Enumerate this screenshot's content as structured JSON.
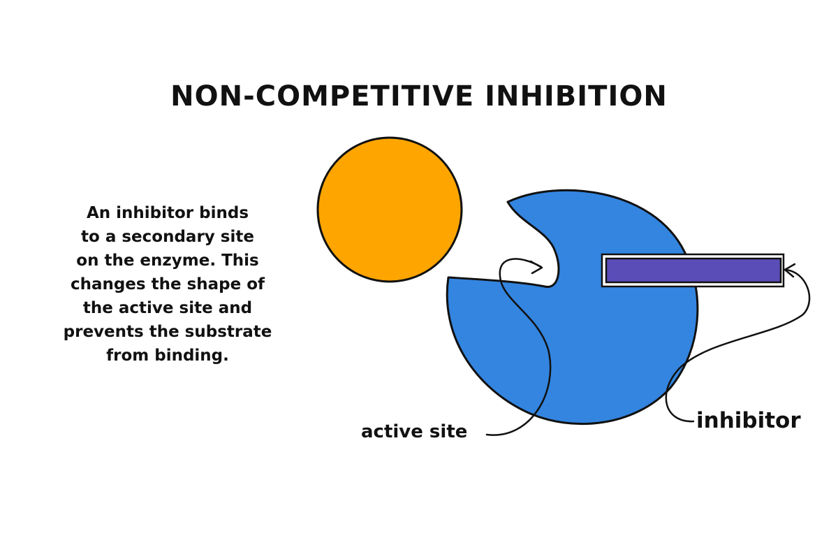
{
  "title": "NON-COMPETITIVE INHIBITION",
  "description": {
    "lines": [
      "An inhibitor binds",
      "to a secondary site",
      "on the enzyme. This",
      "changes the shape of",
      "the active site and",
      "prevents the substrate",
      "from binding."
    ]
  },
  "labels": {
    "active_site": "active site",
    "inhibitor": "inhibitor"
  },
  "colors": {
    "substrate": "#FFA500",
    "enzyme": "#3385E0",
    "inhibitor": "#5A4DB8",
    "outline": "#111111",
    "background": "#FFFFFF"
  }
}
